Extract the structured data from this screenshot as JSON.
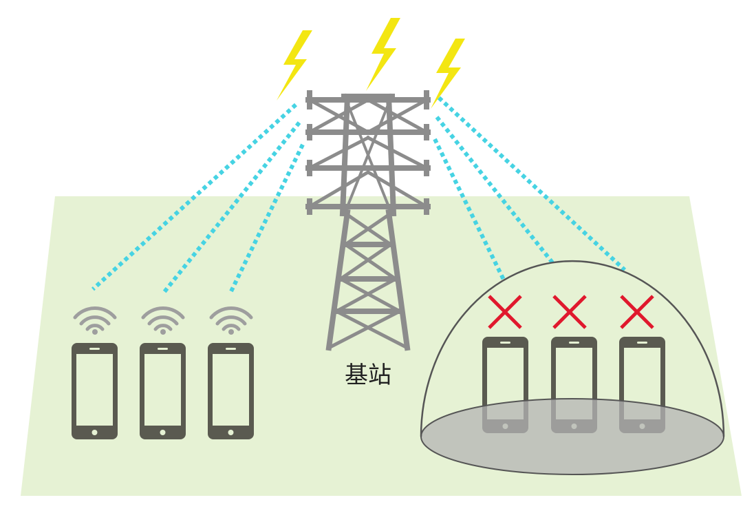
{
  "diagram": {
    "tower_label": "基站",
    "colors": {
      "ground": "#e6f2d4",
      "signal_line": "#46d3e3",
      "bolt": "#f3e612",
      "tower": "#8c8c8c",
      "phone_body": "#5a5a50",
      "phone_screen": "#e6f2d4",
      "wifi": "#9e9e9e",
      "blocked_mark": "#e0182d",
      "dome_floor": "#c4c4c4",
      "dome_outline": "#555555"
    },
    "icons": {
      "bolt": "lightning-bolt-icon",
      "wifi": "wifi-signal-icon",
      "blocked": "cross-mark-icon",
      "phone": "smartphone-icon",
      "tower": "transmission-tower-icon"
    },
    "connected_phones": 3,
    "shielded_phones": 3
  }
}
